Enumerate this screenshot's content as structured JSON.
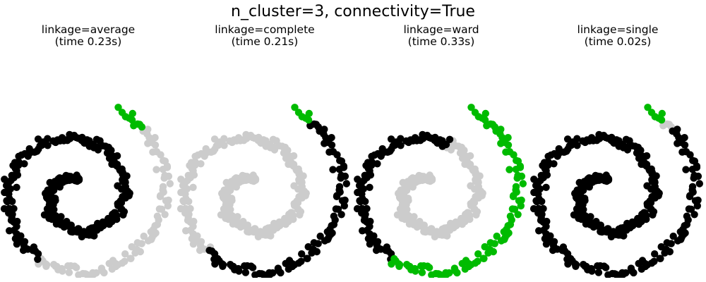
{
  "figure": {
    "title": "n_cluster=3, connectivity=True"
  },
  "colors": {
    "black": "#000000",
    "gray": "#cccccc",
    "green": "#00bb00"
  },
  "chart_data": [
    {
      "type": "scatter",
      "title_line1": "linkage=average",
      "title_line2": "(time 0.23s)",
      "axes_visible": false,
      "segments": [
        {
          "cluster": "black",
          "t_start": 0.0,
          "t_end": 0.74
        },
        {
          "cluster": "gray",
          "t_start": 0.74,
          "t_end": 0.975
        },
        {
          "cluster": "green",
          "t_start": 0.975,
          "t_end": 1.0
        }
      ]
    },
    {
      "type": "scatter",
      "title_line1": "linkage=complete",
      "title_line2": "(time 0.21s)",
      "axes_visible": false,
      "segments": [
        {
          "cluster": "gray",
          "t_start": 0.0,
          "t_end": 0.73
        },
        {
          "cluster": "black",
          "t_start": 0.73,
          "t_end": 0.985
        },
        {
          "cluster": "green",
          "t_start": 0.985,
          "t_end": 1.0
        }
      ]
    },
    {
      "type": "scatter",
      "title_line1": "linkage=ward",
      "title_line2": "(time 0.33s)",
      "axes_visible": false,
      "segments": [
        {
          "cluster": "gray",
          "t_start": 0.0,
          "t_end": 0.5
        },
        {
          "cluster": "black",
          "t_start": 0.5,
          "t_end": 0.74
        },
        {
          "cluster": "green",
          "t_start": 0.74,
          "t_end": 1.0
        }
      ]
    },
    {
      "type": "scatter",
      "title_line1": "linkage=single",
      "title_line2": "(time 0.02s)",
      "axes_visible": false,
      "segments": [
        {
          "cluster": "black",
          "t_start": 0.0,
          "t_end": 0.975
        },
        {
          "cluster": "gray",
          "t_start": 0.975,
          "t_end": 0.985
        },
        {
          "cluster": "green",
          "t_start": 0.985,
          "t_end": 1.0
        }
      ]
    }
  ]
}
